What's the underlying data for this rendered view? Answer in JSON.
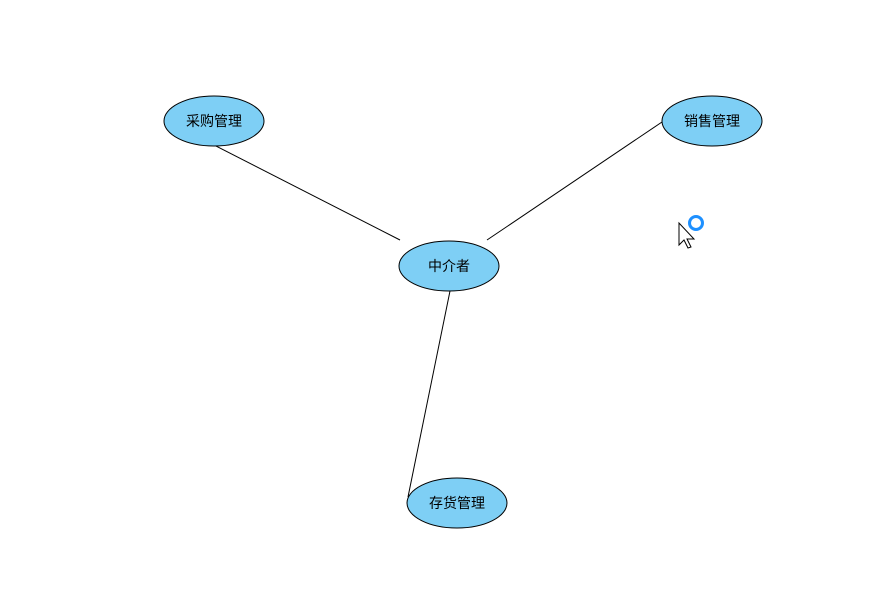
{
  "diagram": {
    "node_fill": "#7ecff5",
    "node_stroke": "#000000",
    "edge_color": "#000000",
    "nodes": [
      {
        "id": "purchase",
        "label": "采购管理"
      },
      {
        "id": "sales",
        "label": "销售管理"
      },
      {
        "id": "mediator",
        "label": "中介者"
      },
      {
        "id": "inventory",
        "label": "存货管理"
      }
    ],
    "edges": [
      {
        "from": "purchase",
        "to": "mediator"
      },
      {
        "from": "sales",
        "to": "mediator"
      },
      {
        "from": "mediator",
        "to": "inventory"
      }
    ]
  },
  "cursor": {
    "icon": "busy-pointer-icon",
    "accent": "#1e90ff"
  }
}
